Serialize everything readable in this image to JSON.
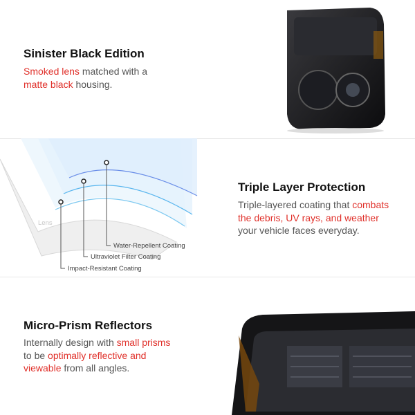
{
  "sections": [
    {
      "title": "Sinister Black Edition",
      "body": [
        {
          "t": "Smoked lens",
          "red": true
        },
        {
          "t": " matched with a ",
          "red": false
        },
        {
          "t": "matte black",
          "red": true
        },
        {
          "t": " housing.",
          "red": false
        }
      ]
    },
    {
      "title": "Triple Layer Protection",
      "body": [
        {
          "t": "Triple-layered coating that ",
          "red": false
        },
        {
          "t": "combats the debris, UV rays, and weather",
          "red": true
        },
        {
          "t": " your vehicle faces everyday.",
          "red": false
        }
      ],
      "diagram": {
        "lens_label": "Lens",
        "layers": [
          "Water-Repellent Coating",
          "Ultraviolet Filter Coating",
          "Impact-Resistant Coating"
        ]
      }
    },
    {
      "title": "Micro-Prism Reflectors",
      "body": [
        {
          "t": "Internally design with ",
          "red": false
        },
        {
          "t": "small prisms",
          "red": true
        },
        {
          "t": " to be ",
          "red": false
        },
        {
          "t": "optimally reflective and viewable",
          "red": true
        },
        {
          "t": " from all angles.",
          "red": false
        }
      ]
    }
  ],
  "colors": {
    "accent_red": "#e0302a",
    "text": "#555555"
  }
}
